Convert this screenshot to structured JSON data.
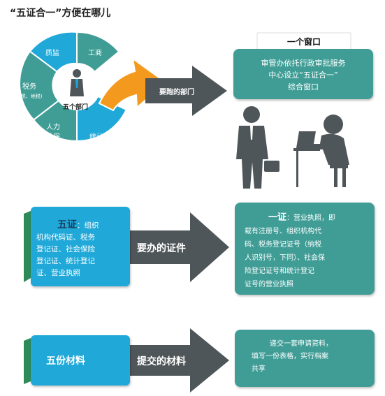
{
  "title": "“五证合一”方便在哪儿",
  "top": {
    "wheel_segments": {
      "zhijian": "质监",
      "gongshang": "工商",
      "shuiwu": "税务",
      "shuiwu_sub": "(国税、地税)",
      "renli": "人力",
      "shebao": "社保",
      "tongji": "统计"
    },
    "center_label": "五个部门",
    "arrow_label": "要跑的部门",
    "window_tag": "一个窗口",
    "window_text_1": "审管办依托行政审批服务",
    "window_text_2": "中心设立“五证合一”",
    "window_text_3": "综合窗口"
  },
  "middle": {
    "left_title": "五证",
    "left_colon": "：组织",
    "left_lines": [
      "机构代码证、税务",
      "登记证、社会保险",
      "登记证、统计登记",
      "证、营业执照"
    ],
    "arrow_label": "要办的证件",
    "right_title": "一证",
    "right_colon": "：营业执照，即",
    "right_lines": [
      "载有注册号、组织机构代",
      "码、税务登记证号（纳税",
      "人识别号，下同）、社会保",
      "险登记证号和统计登记",
      "证号的营业执照"
    ]
  },
  "bottom": {
    "left_label": "五份材料",
    "arrow_label": "提交的材料",
    "right_lines": [
      "递交一套申请资料，",
      "填写一份表格，实行档案",
      "共享"
    ]
  },
  "colors": {
    "teal": "#3f9d96",
    "blue": "#1fa8d8",
    "orange": "#f39a1e",
    "dark_gray": "#4f5659",
    "green_tab": "#2e8b57"
  },
  "icons": [
    "businessman-icon",
    "office-worker-at-desk-icon",
    "man-with-briefcase-icon"
  ]
}
